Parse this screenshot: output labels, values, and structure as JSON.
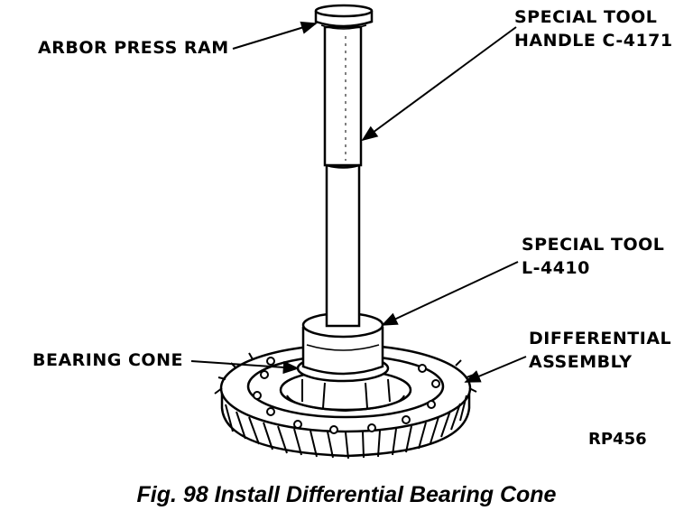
{
  "labels": {
    "arbor_press_ram": "ARBOR PRESS RAM",
    "tool_handle": [
      "SPECIAL TOOL",
      "HANDLE C-4171"
    ],
    "tool_installer": [
      "SPECIAL TOOL",
      "L-4410"
    ],
    "bearing_cone": "BEARING CONE",
    "differential_assembly": [
      "DIFFERENTIAL",
      "ASSEMBLY"
    ]
  },
  "figure_code": "RP456",
  "caption": "Fig. 98 Install Differential Bearing Cone",
  "colors": {
    "ink": "#000000",
    "paper": "#ffffff"
  }
}
